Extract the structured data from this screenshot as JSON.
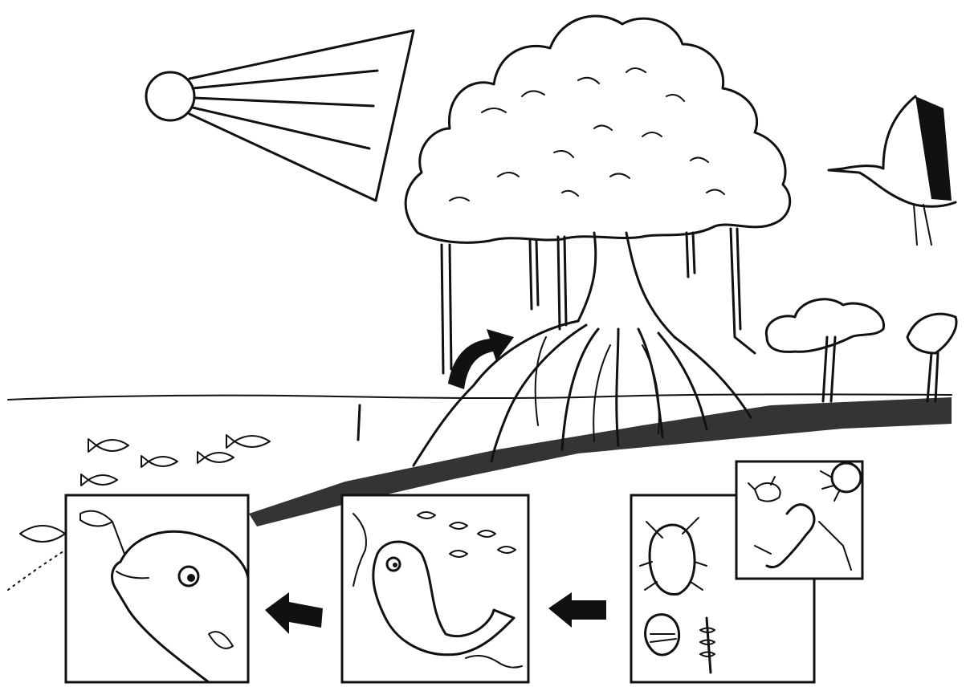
{
  "colors": {
    "ink": "#111111",
    "paper": "#ffffff"
  },
  "elements": {
    "sun": "sun-icon",
    "tree": "mangrove-tree-icon",
    "heron": "heron-icon",
    "arrow_up": "curved-arrow-icon",
    "arrow_left": "left-arrow-icon",
    "panels": [
      "large-fish-panel",
      "small-fish-panel",
      "plankton-panel",
      "zooplankton-inset-panel"
    ]
  }
}
